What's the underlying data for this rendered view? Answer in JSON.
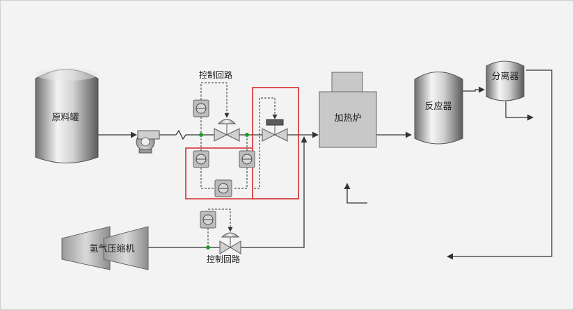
{
  "diagram": {
    "equipment": {
      "feed_tank": "原料罐",
      "furnace": "加热炉",
      "reactor": "反应器",
      "separator": "分离器",
      "h2_compressor": "氢气压缩机"
    },
    "control_loop_upper": "控制回路",
    "control_loop_lower": "控制回路"
  }
}
